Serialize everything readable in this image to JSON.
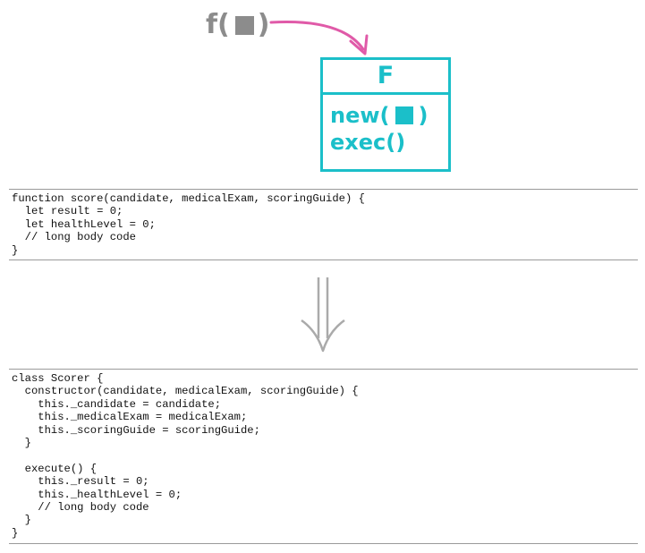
{
  "diagram": {
    "function_call": {
      "name": "f(",
      "close": ")"
    },
    "class_box": {
      "class_name": "F",
      "methods": [
        {
          "name": "new(",
          "close": ")",
          "has_param_square": true
        },
        {
          "name": "exec()",
          "close": "",
          "has_param_square": false
        }
      ]
    },
    "colors": {
      "function_gray": "#8c8c8c",
      "class_teal": "#1bbfc9",
      "arrow_pink": "#e05aa8",
      "transform_arrow_gray": "#aaaaaa"
    },
    "icons": {
      "call_arrow": "curved-arrow-icon",
      "transform_arrow": "double-down-arrow-icon"
    }
  },
  "code_before": {
    "lines": [
      "function score(candidate, medicalExam, scoringGuide) {",
      "  let result = 0;",
      "  let healthLevel = 0;",
      "  // long body code",
      "}"
    ]
  },
  "code_after": {
    "lines": [
      "class Scorer {",
      "  constructor(candidate, medicalExam, scoringGuide) {",
      "    this._candidate = candidate;",
      "    this._medicalExam = medicalExam;",
      "    this._scoringGuide = scoringGuide;",
      "  }",
      "",
      "  execute() {",
      "    this._result = 0;",
      "    this._healthLevel = 0;",
      "    // long body code",
      "  }",
      "}"
    ]
  }
}
